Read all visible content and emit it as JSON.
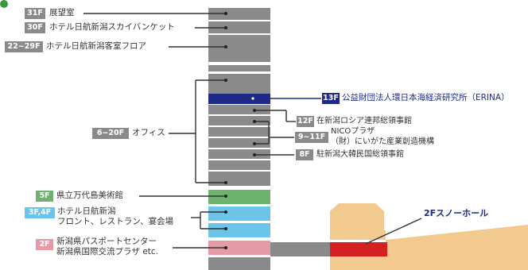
{
  "colors": {
    "floor_gray": "#8a8a8a",
    "badge_gray": "#8a8a8a",
    "highlight_navy": "#1f2a86",
    "green": "#6db36d",
    "light_blue": "#6cc4e8",
    "pink": "#e59aa6",
    "snow_red": "#d42020",
    "tan": "#f2c98e",
    "blue_text": "#1d2a8c"
  },
  "floors": {
    "f31": {
      "badge": "31F",
      "label": "展望室"
    },
    "f30": {
      "badge": "30F",
      "label": "ホテル日航新潟スカイバンケット"
    },
    "f22_29": {
      "badge": "22~29F",
      "label": "ホテル日航新潟客室フロア"
    },
    "f6_20": {
      "badge": "6~20F",
      "label": "オフィス"
    },
    "f13": {
      "badge": "13F",
      "label": "公益財団法人環日本海経済研究所（ERINA）"
    },
    "f12": {
      "badge": "12F",
      "label": "在新潟ロシア連邦総領事館"
    },
    "f9_11": {
      "badge": "9~11F",
      "label_line1": "NICOプラザ",
      "label_line2": "（財）にいがた産業創造機構"
    },
    "f8": {
      "badge": "8F",
      "label": "駐新潟大韓民国総領事館"
    },
    "f5": {
      "badge": "5F",
      "label": "県立万代島美術館"
    },
    "f3_4": {
      "badge": "3F,4F",
      "label_line1": "ホテル日航新潟",
      "label_line2": "フロント、レストラン、宴会場"
    },
    "f2": {
      "badge": "2F",
      "label_line1": "新潟県パスポートセンター",
      "label_line2": "新潟県国際交流プラザ etc."
    },
    "snow_hall": {
      "label": "2Fスノーホール"
    }
  }
}
